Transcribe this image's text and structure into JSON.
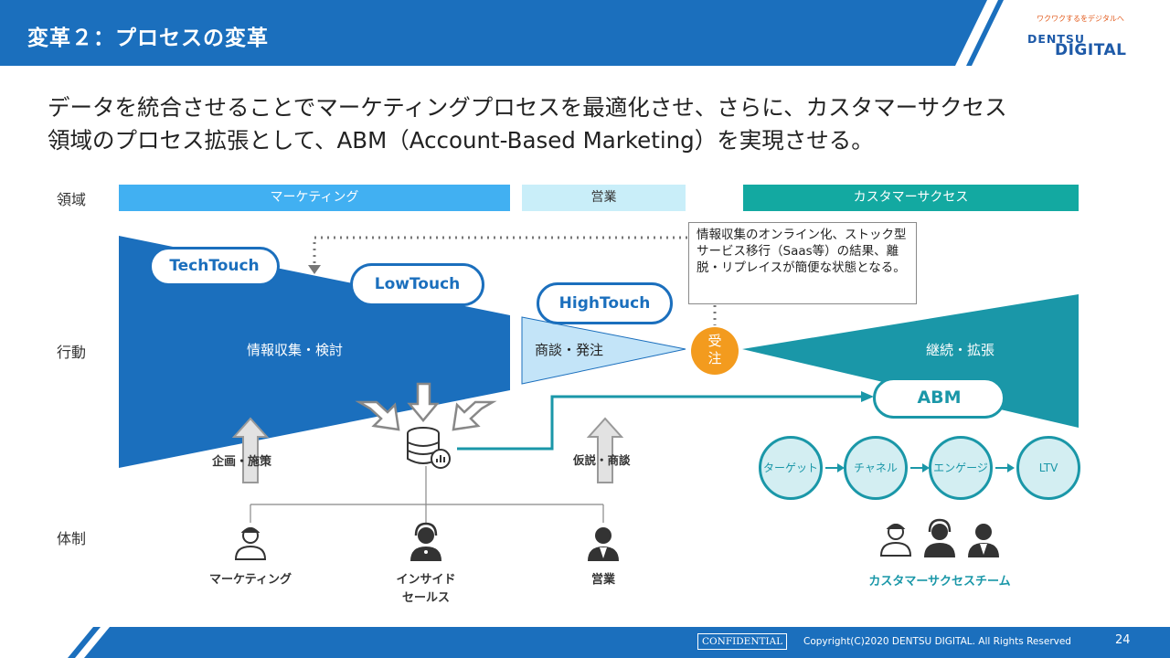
{
  "header": {
    "title": "変革２：プロセスの変革",
    "tagline": "ワクワクするをデジタルへ",
    "logo_line1": "DENTSU",
    "logo_line2": "DIGITAL",
    "color": "#1b6fbd"
  },
  "headline": {
    "line1": "データを統合させることでマーケティングプロセスを最適化させ、さらに、カスタマーサクセス",
    "line2": "領域のプロセス拡張として、ABM（Account-Based Marketing）を実現させる。"
  },
  "rows": {
    "domain": "領域",
    "action": "行動",
    "structure": "体制"
  },
  "domains": [
    {
      "label": "マーケティング",
      "color": "#41b0f2"
    },
    {
      "label": "営業",
      "color": "#c9eef9"
    },
    {
      "label": "カスタマーサクセス",
      "color": "#13a9a1"
    }
  ],
  "touches": {
    "tech": "TechTouch",
    "low": "LowTouch",
    "high": "HighTouch"
  },
  "funnel": {
    "marketing_action": "情報収集・検討",
    "sales_action": "商談・発注",
    "cs_action": "継続・拡張",
    "order": "受注",
    "marketing_color": "#1b6fbd",
    "sales_color": "#c3e4f8",
    "cs_color": "#1a97a8"
  },
  "note": "情報収集のオンライン化、ストック型サービス移行（Saas等）の結果、離脱・リプレイスが簡便な状態となる。",
  "arrows": {
    "planning": "企画・施策",
    "hypothesis": "仮説・商談"
  },
  "abm": {
    "label": "ABM",
    "steps": [
      "ターゲット",
      "チャネル",
      "エンゲージ",
      "LTV"
    ]
  },
  "people": {
    "marketing": "マーケティング",
    "inside_sales_1": "インサイド",
    "inside_sales_2": "セールス",
    "sales": "営業",
    "cs_team": "カスタマーサクセスチーム"
  },
  "footer": {
    "confidential": "CONFIDENTIAL",
    "copyright": "Copyright(C)2020 DENTSU DIGITAL. All Rights Reserved",
    "page": "24"
  }
}
